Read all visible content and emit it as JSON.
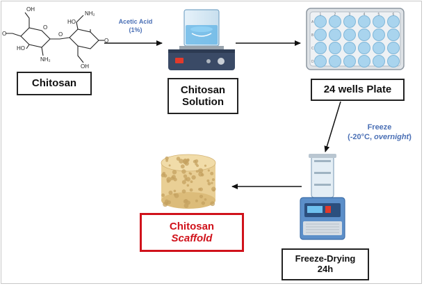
{
  "chitosan": {
    "label": "Chitosan",
    "atoms": {
      "oh_top": "OH",
      "o_methyl": "O",
      "ho_left": "HO",
      "nh2_bottom_left": "NH₂",
      "o_ring1": "O",
      "o_link": "O",
      "ho_mid": "HO",
      "nh2_right": "NH₂",
      "o_ring2": "O",
      "oh_bottom": "OH"
    }
  },
  "step1": {
    "reagent": "Acetic Acid",
    "concentration": "(1%)"
  },
  "solution": {
    "line1": "Chitosan",
    "line2": "Solution"
  },
  "plate": {
    "label": "24 wells Plate",
    "columns": [
      "1",
      "2",
      "3",
      "4",
      "5",
      "6"
    ],
    "rows": [
      "A",
      "B",
      "C",
      "D"
    ]
  },
  "freeze": {
    "title": "Freeze",
    "cond_open": "(-20°C, ",
    "cond_italic": "overnight",
    "cond_close": ")"
  },
  "freeze_drying": {
    "line1": "Freeze-Drying",
    "line2": "24h"
  },
  "scaffold": {
    "line1": "Chitosan",
    "line2": "Scaffold",
    "color": "#d0121b"
  },
  "colors": {
    "accent_blue": "#4a6fb5",
    "scaffold_red": "#d0121b",
    "plate_blue": "#a9d4ee"
  },
  "icons": [
    "chitosan-structure-icon",
    "beaker-on-stirrer-icon",
    "well-plate-icon",
    "freeze-dryer-icon",
    "porous-scaffold-icon"
  ]
}
